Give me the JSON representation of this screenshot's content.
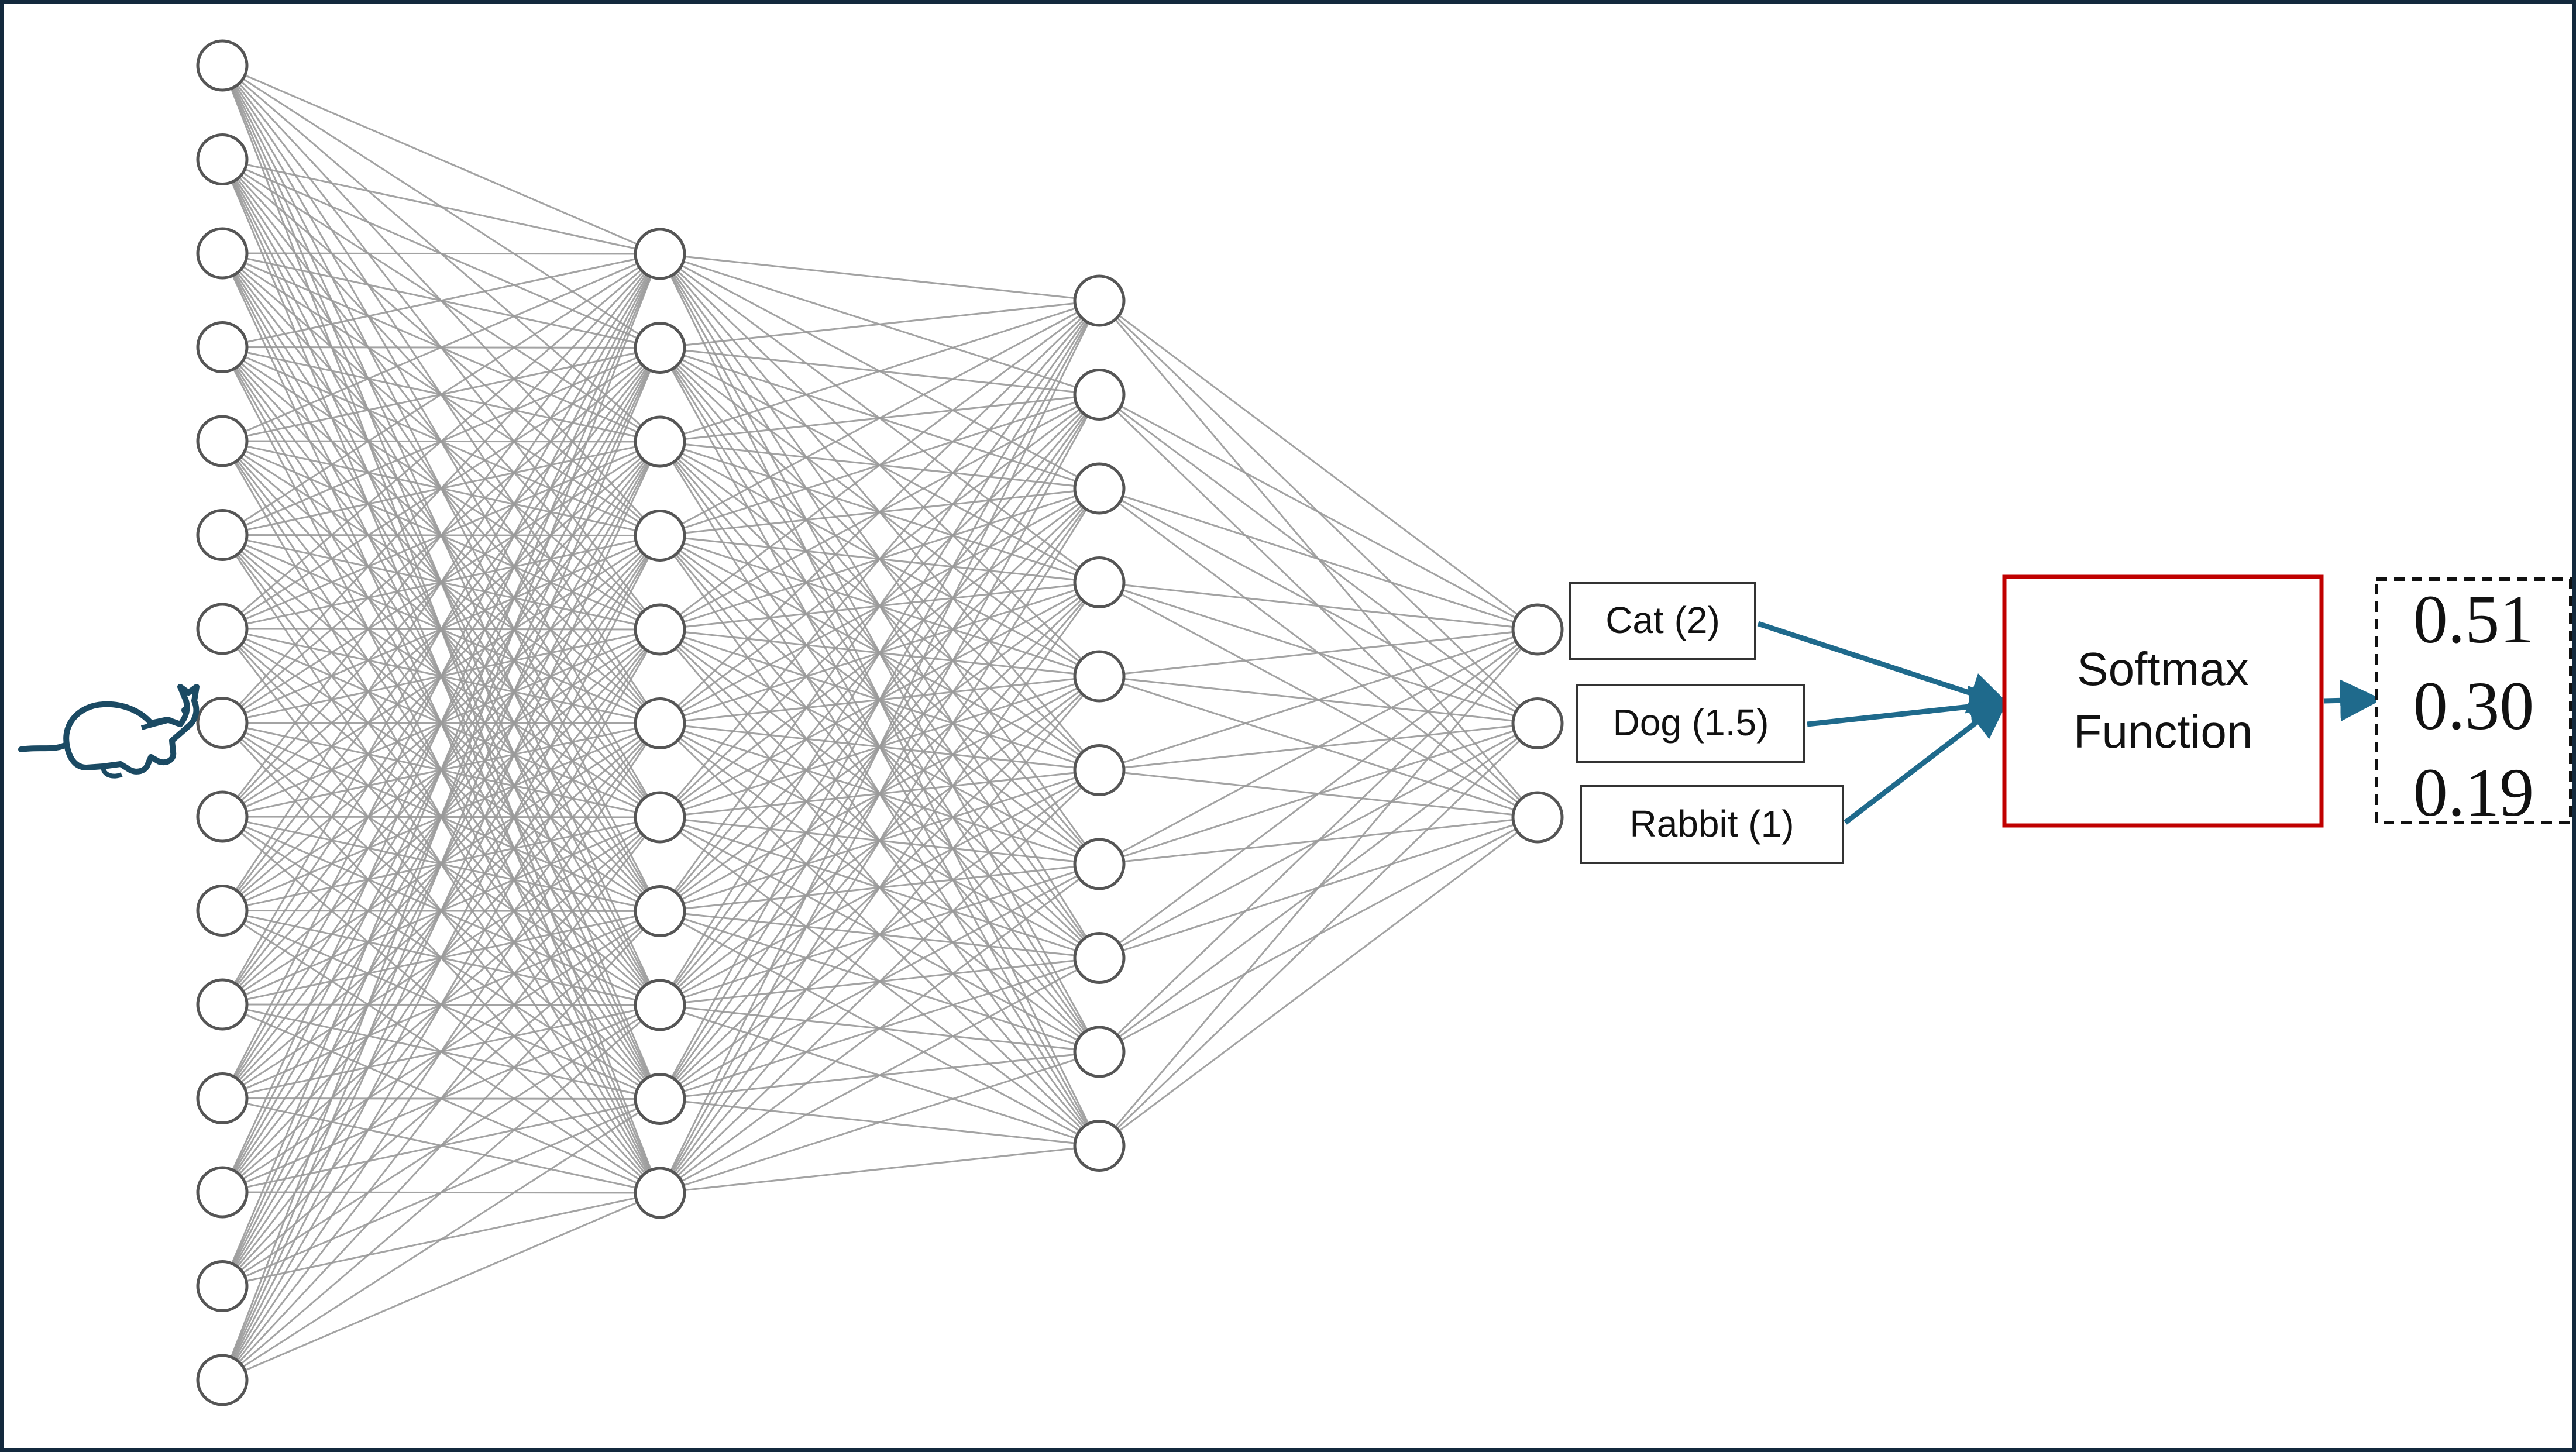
{
  "diagram": {
    "network": {
      "layers": [
        15,
        11,
        10,
        3
      ],
      "input_icon": "cat-icon"
    },
    "logits": [
      {
        "label": "Cat (2)"
      },
      {
        "label": "Dog (1.5)"
      },
      {
        "label": "Rabbit (1)"
      }
    ],
    "softmax": {
      "line1": "Softmax",
      "line2": "Function"
    },
    "probabilities": [
      "0.51",
      "0.30",
      "0.19"
    ],
    "colors": {
      "frame": "#13293d",
      "arrow": "#1f6a8c",
      "softmax_border": "#c00000",
      "icon": "#1b4a63"
    }
  }
}
